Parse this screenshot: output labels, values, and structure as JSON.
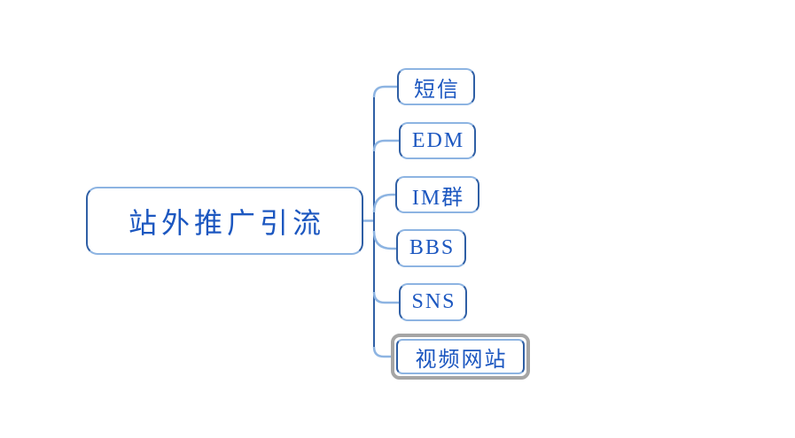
{
  "mindmap": {
    "root": {
      "label": "站外推广引流"
    },
    "children": [
      {
        "id": "sms",
        "label": "短信",
        "selected": false
      },
      {
        "id": "edm",
        "label": "EDM",
        "selected": false
      },
      {
        "id": "im",
        "label": "IM群",
        "selected": false
      },
      {
        "id": "bbs",
        "label": "BBS",
        "selected": false
      },
      {
        "id": "sns",
        "label": "SNS",
        "selected": false
      },
      {
        "id": "video",
        "label": "视频网站",
        "selected": true
      }
    ],
    "colors": {
      "text": "#1c57c0",
      "border_light": "#8db4e2",
      "border_dark": "#2f5fa5",
      "connector_light": "#8db4e2",
      "connector_dark": "#2f5fa5",
      "selection_ring": "#a5a5a5",
      "background": "#ffffff"
    }
  }
}
